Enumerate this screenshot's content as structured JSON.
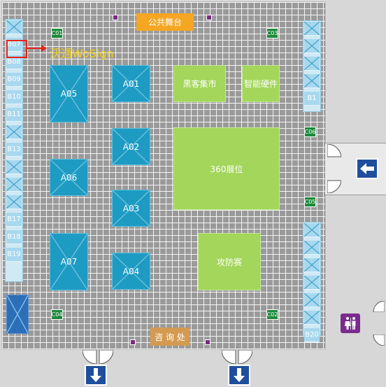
{
  "stage": "公共舞台",
  "info_desk": "咨 询 处",
  "highlight_label": "沃通WoSign",
  "left_column": [
    "",
    "B07",
    "B08",
    "B09",
    "B10",
    "B11",
    "",
    "B13",
    "",
    "",
    "",
    "B17",
    "B18",
    "B19"
  ],
  "right_column_top": [
    "",
    "",
    "",
    "",
    "B1"
  ],
  "right_column_bottom": [
    "",
    "",
    "",
    "",
    "",
    "",
    "B20"
  ],
  "booths": {
    "a05": "A05",
    "a01": "A01",
    "a02": "A02",
    "a06": "A06",
    "a03": "A03",
    "a07": "A07",
    "a04": "A04",
    "hacker_market": "黑客集市",
    "smart_hardware": "智能硬件",
    "booth_360": "360展位",
    "attack_defense": "攻防赛"
  },
  "markers": {
    "c01": "C01",
    "c03": "C03",
    "c06": "C06",
    "c05": "C05",
    "c04": "C04",
    "c02": "C02"
  },
  "colors": {
    "booth_blue": "#1e9bc3",
    "booth_green": "#a3d65a",
    "stage_orange": "#f5a623",
    "highlight_red": "#e5231b",
    "highlight_text": "#f5d01c",
    "marker_green": "#1c8a3a"
  },
  "icons": [
    "exit-left-arrow-icon",
    "exit-down-arrow-icon",
    "restroom-icon"
  ]
}
